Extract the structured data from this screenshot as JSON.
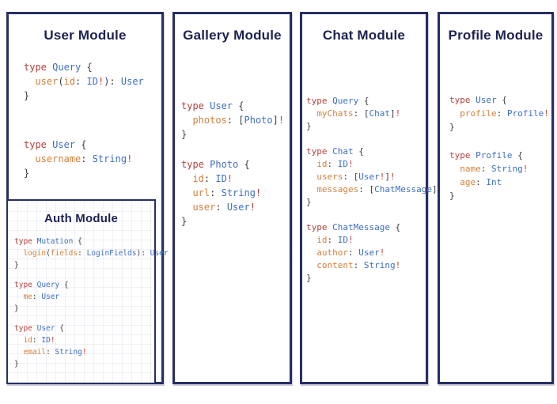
{
  "colors": {
    "border": "#272e63",
    "title": "#1d2350",
    "keyword": "#b5423e",
    "type": "#3f6ec2",
    "field": "#d3813c",
    "punct": "#3e4045",
    "bang": "#c1413c"
  },
  "panels": [
    {
      "title": "User Module",
      "blocks": [
        {
          "lines": [
            [
              {
                "t": "k",
                "v": "type "
              },
              {
                "t": "t",
                "v": "Query "
              },
              {
                "t": "p",
                "v": "{"
              }
            ],
            [
              {
                "t": "p",
                "v": "  "
              },
              {
                "t": "f",
                "v": "user"
              },
              {
                "t": "p",
                "v": "("
              },
              {
                "t": "f",
                "v": "id"
              },
              {
                "t": "p",
                "v": ": "
              },
              {
                "t": "t",
                "v": "ID"
              },
              {
                "t": "b",
                "v": "!"
              },
              {
                "t": "p",
                "v": "): "
              },
              {
                "t": "t",
                "v": "User"
              }
            ],
            [
              {
                "t": "p",
                "v": "}"
              }
            ]
          ]
        },
        {
          "lines": [
            [
              {
                "t": "k",
                "v": "type "
              },
              {
                "t": "t",
                "v": "User "
              },
              {
                "t": "p",
                "v": "{"
              }
            ],
            [
              {
                "t": "p",
                "v": "  "
              },
              {
                "t": "f",
                "v": "username"
              },
              {
                "t": "p",
                "v": ": "
              },
              {
                "t": "t",
                "v": "String"
              },
              {
                "t": "b",
                "v": "!"
              }
            ],
            [
              {
                "t": "p",
                "v": "}"
              }
            ]
          ]
        }
      ]
    },
    {
      "title": "Gallery Module",
      "blocks": [
        {
          "lines": [
            [
              {
                "t": "k",
                "v": "type "
              },
              {
                "t": "t",
                "v": "User "
              },
              {
                "t": "p",
                "v": "{"
              }
            ],
            [
              {
                "t": "p",
                "v": "  "
              },
              {
                "t": "f",
                "v": "photos"
              },
              {
                "t": "p",
                "v": ": ["
              },
              {
                "t": "t",
                "v": "Photo"
              },
              {
                "t": "p",
                "v": "]"
              },
              {
                "t": "b",
                "v": "!"
              }
            ],
            [
              {
                "t": "p",
                "v": "}"
              }
            ]
          ]
        },
        {
          "lines": [
            [
              {
                "t": "k",
                "v": "type "
              },
              {
                "t": "t",
                "v": "Photo "
              },
              {
                "t": "p",
                "v": "{"
              }
            ],
            [
              {
                "t": "p",
                "v": "  "
              },
              {
                "t": "f",
                "v": "id"
              },
              {
                "t": "p",
                "v": ": "
              },
              {
                "t": "t",
                "v": "ID"
              },
              {
                "t": "b",
                "v": "!"
              }
            ],
            [
              {
                "t": "p",
                "v": "  "
              },
              {
                "t": "f",
                "v": "url"
              },
              {
                "t": "p",
                "v": ": "
              },
              {
                "t": "t",
                "v": "String"
              },
              {
                "t": "b",
                "v": "!"
              }
            ],
            [
              {
                "t": "p",
                "v": "  "
              },
              {
                "t": "f",
                "v": "user"
              },
              {
                "t": "p",
                "v": ": "
              },
              {
                "t": "t",
                "v": "User"
              },
              {
                "t": "b",
                "v": "!"
              }
            ],
            [
              {
                "t": "p",
                "v": "}"
              }
            ]
          ]
        }
      ]
    },
    {
      "title": "Chat Module",
      "blocks": [
        {
          "lines": [
            [
              {
                "t": "k",
                "v": "type "
              },
              {
                "t": "t",
                "v": "Query "
              },
              {
                "t": "p",
                "v": "{"
              }
            ],
            [
              {
                "t": "p",
                "v": "  "
              },
              {
                "t": "f",
                "v": "myChats"
              },
              {
                "t": "p",
                "v": ": ["
              },
              {
                "t": "t",
                "v": "Chat"
              },
              {
                "t": "p",
                "v": "]"
              },
              {
                "t": "b",
                "v": "!"
              }
            ],
            [
              {
                "t": "p",
                "v": "}"
              }
            ]
          ]
        },
        {
          "lines": [
            [
              {
                "t": "k",
                "v": "type "
              },
              {
                "t": "t",
                "v": "Chat "
              },
              {
                "t": "p",
                "v": "{"
              }
            ],
            [
              {
                "t": "p",
                "v": "  "
              },
              {
                "t": "f",
                "v": "id"
              },
              {
                "t": "p",
                "v": ": "
              },
              {
                "t": "t",
                "v": "ID"
              },
              {
                "t": "b",
                "v": "!"
              }
            ],
            [
              {
                "t": "p",
                "v": "  "
              },
              {
                "t": "f",
                "v": "users"
              },
              {
                "t": "p",
                "v": ": ["
              },
              {
                "t": "t",
                "v": "User"
              },
              {
                "t": "b",
                "v": "!"
              },
              {
                "t": "p",
                "v": "]"
              },
              {
                "t": "b",
                "v": "!"
              }
            ],
            [
              {
                "t": "p",
                "v": "  "
              },
              {
                "t": "f",
                "v": "messages"
              },
              {
                "t": "p",
                "v": ": ["
              },
              {
                "t": "t",
                "v": "ChatMessage"
              },
              {
                "t": "p",
                "v": "]"
              },
              {
                "t": "b",
                "v": "!"
              }
            ],
            [
              {
                "t": "p",
                "v": "}"
              }
            ]
          ]
        },
        {
          "lines": [
            [
              {
                "t": "k",
                "v": "type "
              },
              {
                "t": "t",
                "v": "ChatMessage "
              },
              {
                "t": "p",
                "v": "{"
              }
            ],
            [
              {
                "t": "p",
                "v": "  "
              },
              {
                "t": "f",
                "v": "id"
              },
              {
                "t": "p",
                "v": ": "
              },
              {
                "t": "t",
                "v": "ID"
              },
              {
                "t": "b",
                "v": "!"
              }
            ],
            [
              {
                "t": "p",
                "v": "  "
              },
              {
                "t": "f",
                "v": "author"
              },
              {
                "t": "p",
                "v": ": "
              },
              {
                "t": "t",
                "v": "User"
              },
              {
                "t": "b",
                "v": "!"
              }
            ],
            [
              {
                "t": "p",
                "v": "  "
              },
              {
                "t": "f",
                "v": "content"
              },
              {
                "t": "p",
                "v": ": "
              },
              {
                "t": "t",
                "v": "String"
              },
              {
                "t": "b",
                "v": "!"
              }
            ],
            [
              {
                "t": "p",
                "v": "}"
              }
            ]
          ]
        }
      ]
    },
    {
      "title": "Profile Module",
      "blocks": [
        {
          "lines": [
            [
              {
                "t": "k",
                "v": "type "
              },
              {
                "t": "t",
                "v": "User "
              },
              {
                "t": "p",
                "v": "{"
              }
            ],
            [
              {
                "t": "p",
                "v": "  "
              },
              {
                "t": "f",
                "v": "profile"
              },
              {
                "t": "p",
                "v": ": "
              },
              {
                "t": "t",
                "v": "Profile"
              },
              {
                "t": "b",
                "v": "!"
              }
            ],
            [
              {
                "t": "p",
                "v": "}"
              }
            ]
          ]
        },
        {
          "lines": [
            [
              {
                "t": "k",
                "v": "type "
              },
              {
                "t": "t",
                "v": "Profile "
              },
              {
                "t": "p",
                "v": "{"
              }
            ],
            [
              {
                "t": "p",
                "v": "  "
              },
              {
                "t": "f",
                "v": "name"
              },
              {
                "t": "p",
                "v": ": "
              },
              {
                "t": "t",
                "v": "String"
              },
              {
                "t": "b",
                "v": "!"
              }
            ],
            [
              {
                "t": "p",
                "v": "  "
              },
              {
                "t": "f",
                "v": "age"
              },
              {
                "t": "p",
                "v": ": "
              },
              {
                "t": "t",
                "v": "Int"
              }
            ],
            [
              {
                "t": "p",
                "v": "}"
              }
            ]
          ]
        }
      ]
    }
  ],
  "auth": {
    "title": "Auth Module",
    "blocks": [
      {
        "lines": [
          [
            {
              "t": "k",
              "v": "type "
            },
            {
              "t": "t",
              "v": "Mutation "
            },
            {
              "t": "p",
              "v": "{"
            }
          ],
          [
            {
              "t": "p",
              "v": "  "
            },
            {
              "t": "f",
              "v": "login"
            },
            {
              "t": "p",
              "v": "("
            },
            {
              "t": "f",
              "v": "fields"
            },
            {
              "t": "p",
              "v": ": "
            },
            {
              "t": "t",
              "v": "LoginFields"
            },
            {
              "t": "p",
              "v": "): "
            },
            {
              "t": "t",
              "v": "User"
            }
          ],
          [
            {
              "t": "p",
              "v": "}"
            }
          ]
        ]
      },
      {
        "lines": [
          [
            {
              "t": "k",
              "v": "type "
            },
            {
              "t": "t",
              "v": "Query "
            },
            {
              "t": "p",
              "v": "{"
            }
          ],
          [
            {
              "t": "p",
              "v": "  "
            },
            {
              "t": "f",
              "v": "me"
            },
            {
              "t": "p",
              "v": ": "
            },
            {
              "t": "t",
              "v": "User"
            }
          ],
          [
            {
              "t": "p",
              "v": "}"
            }
          ]
        ]
      },
      {
        "lines": [
          [
            {
              "t": "k",
              "v": "type "
            },
            {
              "t": "t",
              "v": "User "
            },
            {
              "t": "p",
              "v": "{"
            }
          ],
          [
            {
              "t": "p",
              "v": "  "
            },
            {
              "t": "f",
              "v": "id"
            },
            {
              "t": "p",
              "v": ": "
            },
            {
              "t": "t",
              "v": "ID"
            },
            {
              "t": "b",
              "v": "!"
            }
          ],
          [
            {
              "t": "p",
              "v": "  "
            },
            {
              "t": "f",
              "v": "email"
            },
            {
              "t": "p",
              "v": ": "
            },
            {
              "t": "t",
              "v": "String"
            },
            {
              "t": "b",
              "v": "!"
            }
          ],
          [
            {
              "t": "p",
              "v": "}"
            }
          ]
        ]
      }
    ]
  }
}
